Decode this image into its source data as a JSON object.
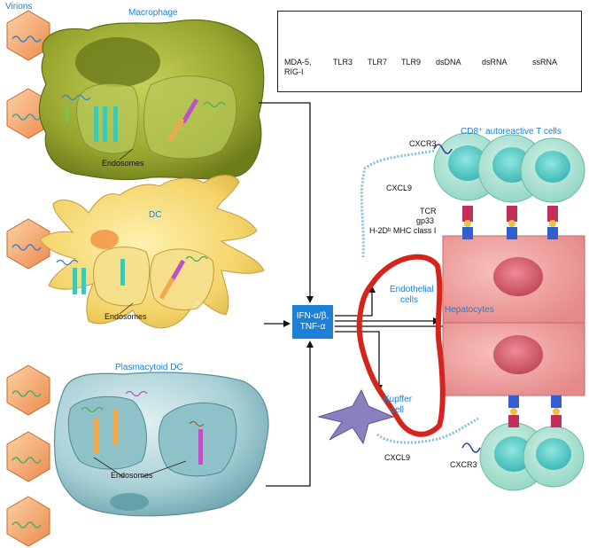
{
  "cells": {
    "virions": "Virions",
    "macrophage": "Macrophage",
    "dc": "DC",
    "pdc": "Plasmacytoid DC",
    "endothelial_1": "Endothelial",
    "endothelial_2": "cells",
    "hepatocytes": "Hepatocytes",
    "kupffer_1": "Kupffer",
    "kupffer_2": "cell",
    "t_cells": "CD8⁺ autoreactive T cells"
  },
  "labels": {
    "endosomes_mac": "Endosomes",
    "endosomes_dc": "Endosomes",
    "endosomes_pdc": "Endosomes",
    "cxcr3_top": "CXCR3",
    "cxcl9_top": "CXCL9",
    "tcr": "TCR",
    "gp33": "gp33",
    "mhc": "H-2Dᵇ MHC class I",
    "cxcl9_bottom": "CXCL9",
    "cxcr3_bottom": "CXCR3"
  },
  "cytokine": {
    "line1": "IFN-α/β,",
    "line2": "TNF-α"
  },
  "legend": {
    "mda5_1": "MDA-5,",
    "mda5_2": "RIG-I",
    "tlr3": "TLR3",
    "tlr7": "TLR7",
    "tlr9": "TLR9",
    "dsdna": "dsDNA",
    "dsrna": "dsRNA",
    "ssrna": "ssRNA"
  },
  "colors": {
    "macrophage": "#8fa02a",
    "dc": "#f2d46a",
    "pdc": "#8fc1c8",
    "virion": "#f2a46a",
    "t_cell": "#a8e0d0",
    "hepatocyte": "#e58a8a",
    "endothelium": "#d6241c",
    "kupffer": "#8b7fc0",
    "tlr3": "#3fc9b0",
    "tlr7": "#f0a84a",
    "tlr9": "#c050c8",
    "mda5": "#7ec050",
    "cytokine_box": "#1e7fd6",
    "label_blue": "#1a7fd0"
  }
}
